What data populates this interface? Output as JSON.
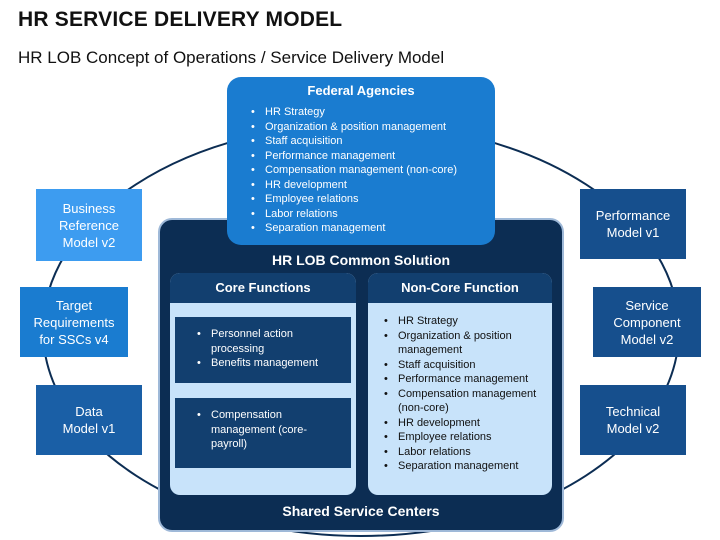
{
  "title": "HR SERVICE DELIVERY MODEL",
  "subtitle": "HR LOB Concept of Operations / Service Delivery Model",
  "federal_agencies": {
    "heading": "Federal Agencies",
    "items": [
      "HR Strategy",
      "Organization & position management",
      "Staff acquisition",
      "Performance management",
      "Compensation management (non-core)",
      "HR development",
      "Employee relations",
      "Labor relations",
      "Separation management"
    ]
  },
  "common_solution": {
    "heading": "HR LOB Common Solution",
    "footer": "Shared Service Centers",
    "core": {
      "heading": "Core Functions",
      "groups": [
        [
          "Personnel action processing",
          "Benefits management"
        ],
        [
          "Compensation management   (core-payroll)"
        ]
      ]
    },
    "non_core": {
      "heading": "Non-Core Function",
      "items": [
        "HR Strategy",
        "Organization & position management",
        "Staff acquisition",
        "Performance management",
        "Compensation management (non-core)",
        "HR development",
        "Employee relations",
        "Labor relations",
        "Separation management"
      ]
    }
  },
  "left_models": [
    "Business\nReference\nModel v2",
    "Target\nRequirements\nfor SSCs v4",
    "Data\nModel v1"
  ],
  "right_models": [
    "Performance\nModel v1",
    "Service\nComponent\nModel v2",
    "Technical\nModel v2"
  ],
  "colors": {
    "light_blue": "#3d9cf0",
    "mid_blue": "#1a7cd0",
    "navy": "#0c2d53",
    "header_navy": "#123f6f",
    "pale_blue": "#c8e3fa"
  }
}
